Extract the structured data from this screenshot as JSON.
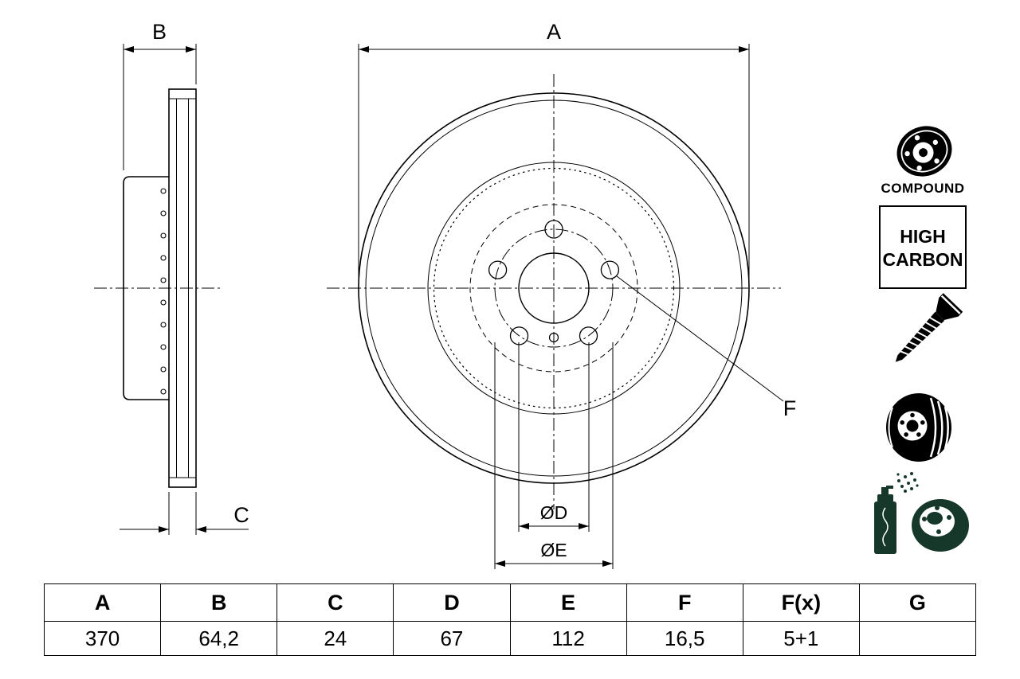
{
  "drawing": {
    "labels": {
      "a": "A",
      "b": "B",
      "c": "C",
      "d": "ØD",
      "e": "ØE",
      "f": "F"
    }
  },
  "icons": {
    "compound_label": "COMPOUND",
    "high_carbon_line1": "HIGH",
    "high_carbon_line2": "CARBON"
  },
  "table": {
    "headers": [
      "A",
      "B",
      "C",
      "D",
      "E",
      "F",
      "F(x)",
      "G"
    ],
    "values": [
      "370",
      "64,2",
      "24",
      "67",
      "112",
      "16,5",
      "5+1",
      ""
    ]
  }
}
